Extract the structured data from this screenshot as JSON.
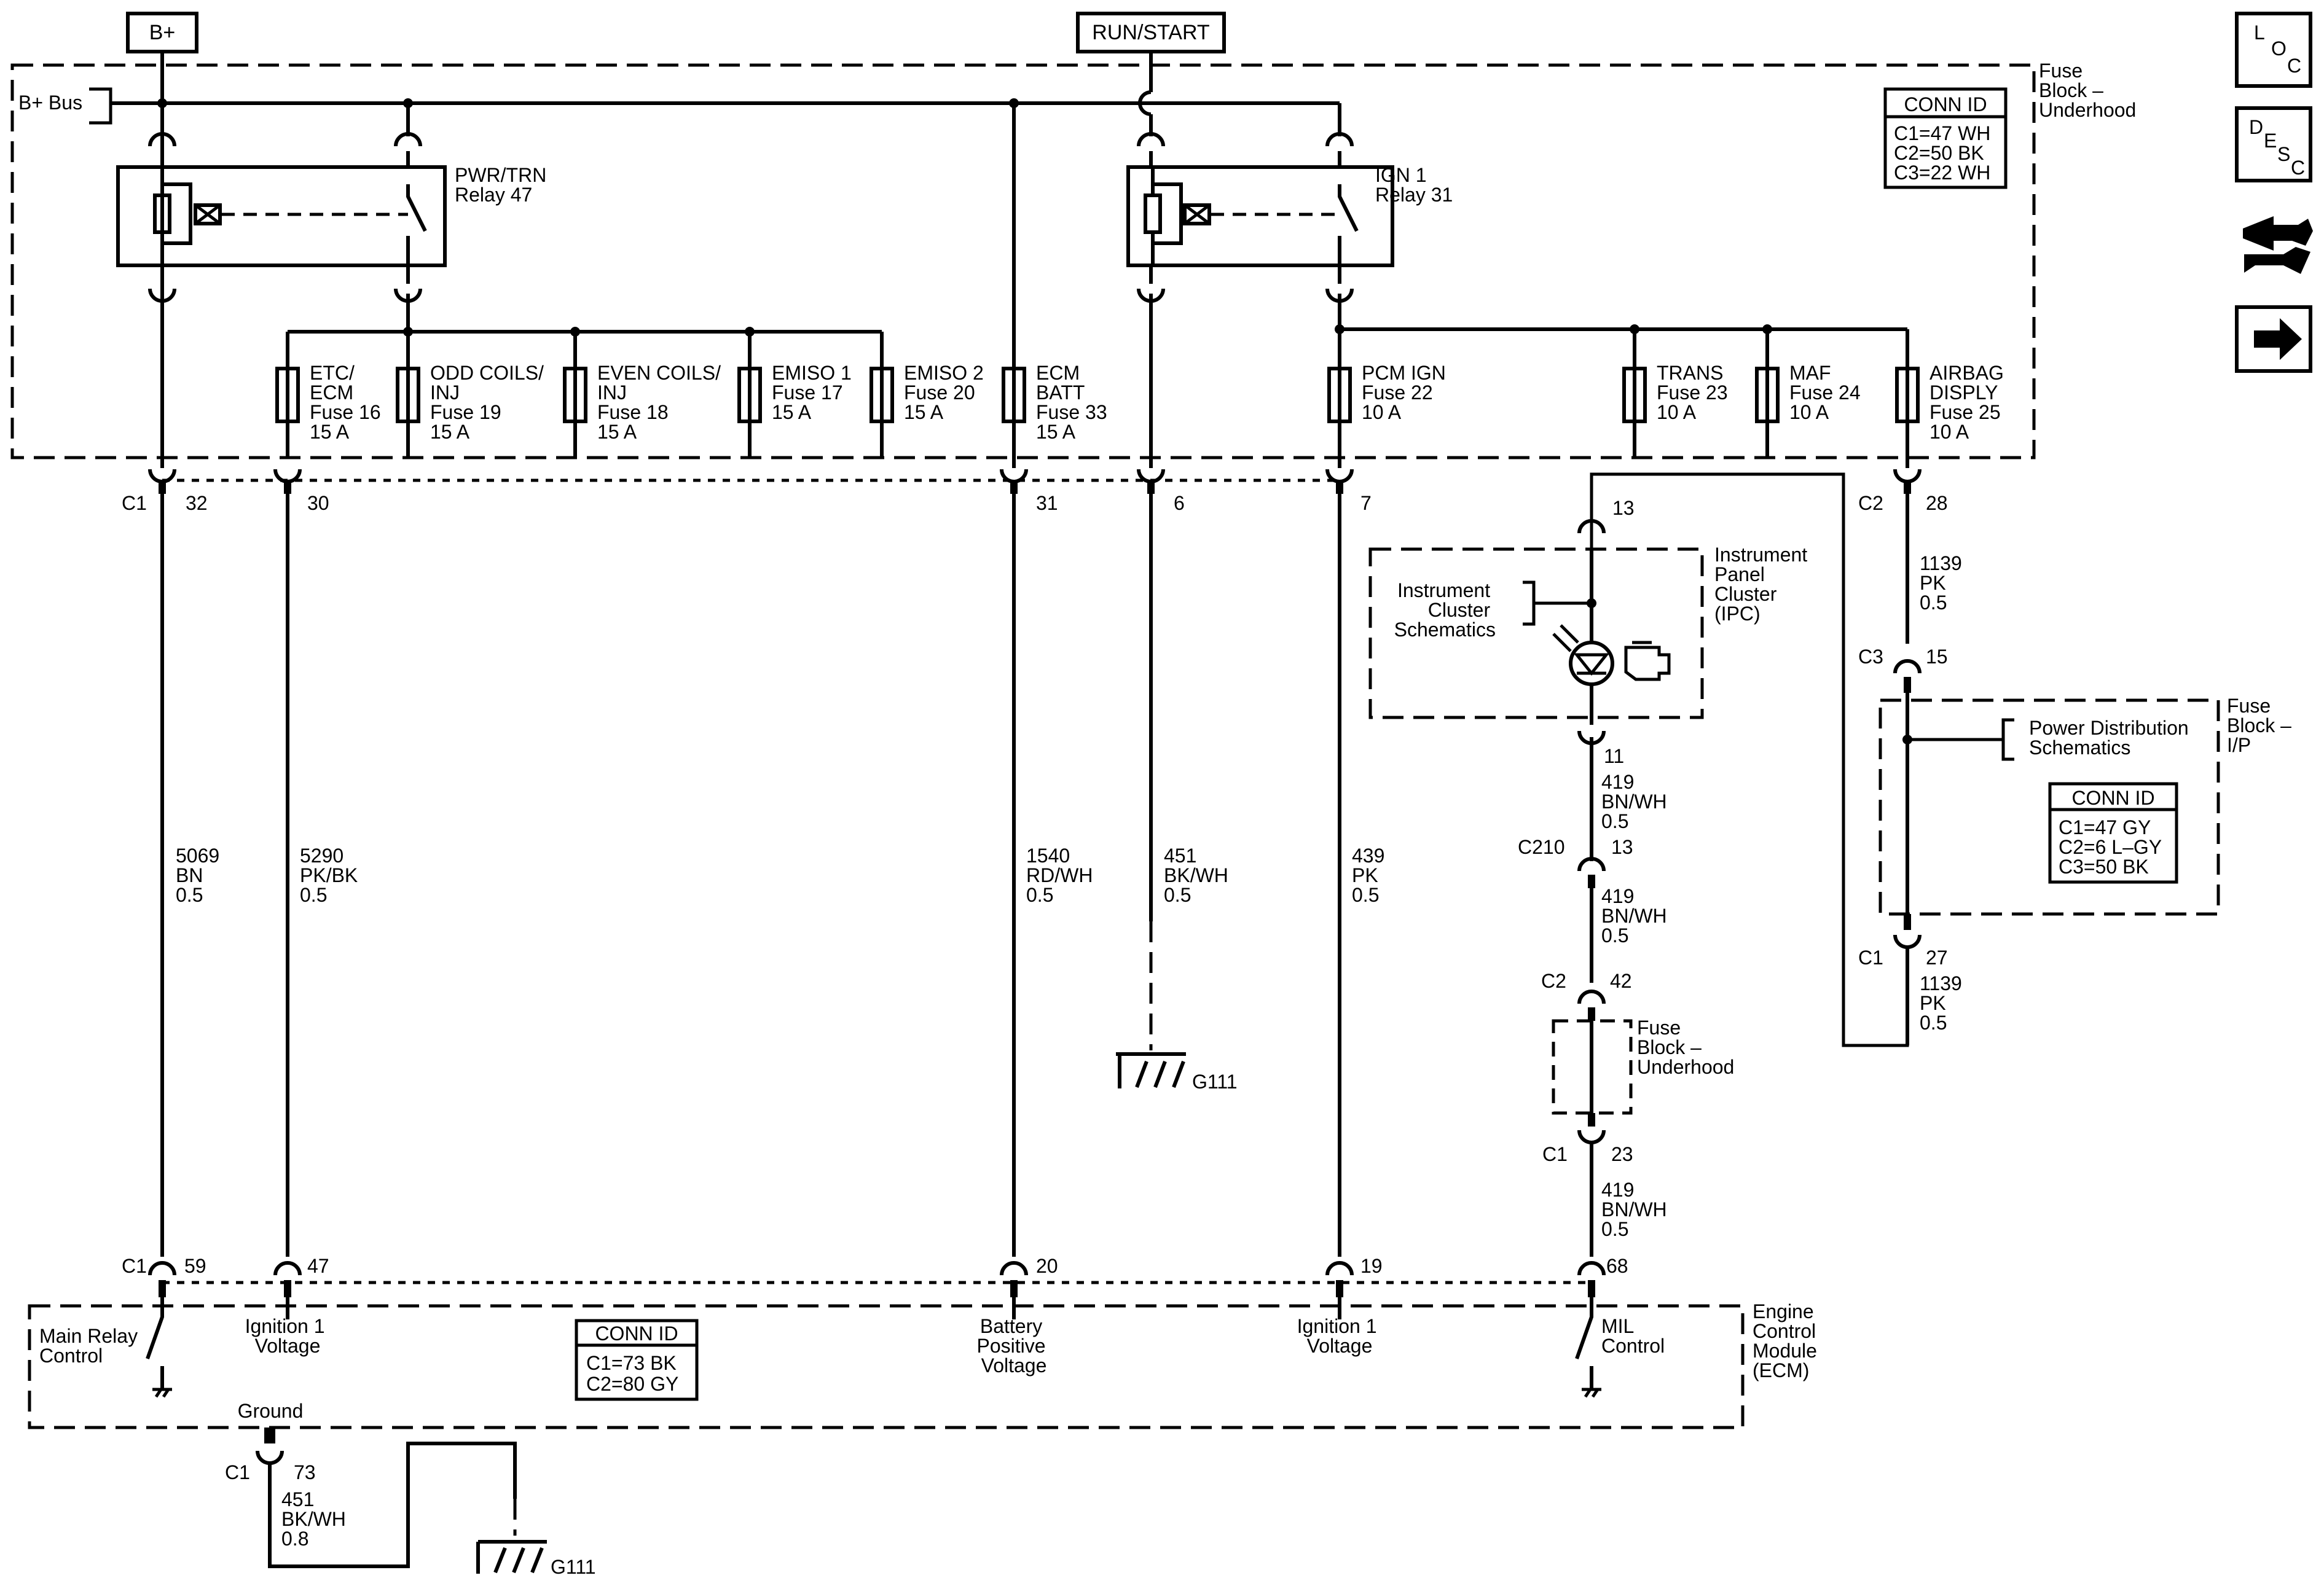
{
  "power": {
    "bplus": "B+",
    "runstart": "RUN/START",
    "bus": "B+ Bus"
  },
  "fuse_block_underhood": {
    "title": [
      "Fuse",
      "Block –",
      "Underhood"
    ],
    "conn_title": "CONN ID",
    "conn": [
      "C1=47 WH",
      "C2=50 BK",
      "C3=22 WH"
    ]
  },
  "relays": [
    {
      "lines": [
        "PWR/TRN",
        "Relay 47"
      ]
    },
    {
      "lines": [
        "IGN 1",
        "Relay 31"
      ]
    }
  ],
  "fuses": [
    {
      "lines": [
        "ETC/",
        "ECM",
        "Fuse 16",
        "15 A"
      ]
    },
    {
      "lines": [
        "ODD COILS/",
        "INJ",
        "Fuse 19",
        "15 A"
      ]
    },
    {
      "lines": [
        "EVEN COILS/",
        "INJ",
        "Fuse 18",
        "15 A"
      ]
    },
    {
      "lines": [
        "EMISO 1",
        "Fuse 17",
        "15 A"
      ]
    },
    {
      "lines": [
        "EMISO 2",
        "Fuse 20",
        "15 A"
      ]
    },
    {
      "lines": [
        "ECM",
        "BATT",
        "Fuse 33",
        "15 A"
      ]
    },
    {
      "lines": [
        "PCM IGN",
        "Fuse 22",
        "10 A"
      ]
    },
    {
      "lines": [
        "TRANS",
        "Fuse 23",
        "10 A"
      ]
    },
    {
      "lines": [
        "MAF",
        "Fuse 24",
        "10 A"
      ]
    },
    {
      "lines": [
        "AIRBAG",
        "DISPLY",
        "Fuse 25",
        "10 A"
      ]
    }
  ],
  "connectors": {
    "c1": "C1",
    "c2": "C2",
    "c3": "C3",
    "c210": "C210",
    "p32": "32",
    "p30": "30",
    "p31": "31",
    "p6": "6",
    "p7": "7",
    "p28": "28",
    "p13": "13",
    "p11": "11",
    "p15": "15",
    "p27": "27",
    "p13b": "13",
    "p42": "42",
    "p23": "23",
    "p59": "59",
    "p47": "47",
    "p20": "20",
    "p19": "19",
    "p68": "68",
    "p73": "73"
  },
  "wires": [
    {
      "lines": [
        "5069",
        "BN",
        "0.5"
      ]
    },
    {
      "lines": [
        "5290",
        "PK/BK",
        "0.5"
      ]
    },
    {
      "lines": [
        "1540",
        "RD/WH",
        "0.5"
      ]
    },
    {
      "lines": [
        "451",
        "BK/WH",
        "0.5"
      ]
    },
    {
      "lines": [
        "439",
        "PK",
        "0.5"
      ]
    },
    {
      "lines": [
        "1139",
        "PK",
        "0.5"
      ]
    },
    {
      "lines": [
        "1139",
        "PK",
        "0.5"
      ]
    },
    {
      "lines": [
        "419",
        "BN/WH",
        "0.5"
      ]
    },
    {
      "lines": [
        "419",
        "BN/WH",
        "0.5"
      ]
    },
    {
      "lines": [
        "419",
        "BN/WH",
        "0.5"
      ]
    },
    {
      "lines": [
        "451",
        "BK/WH",
        "0.8"
      ]
    }
  ],
  "grounds": {
    "g1": "G111",
    "g2": "G111"
  },
  "ipc": {
    "title": [
      "Instrument",
      "Panel",
      "Cluster",
      "(IPC)"
    ],
    "schem": [
      "Instrument",
      "Cluster",
      "Schematics"
    ]
  },
  "fb_ip": {
    "title": [
      "Fuse",
      "Block –",
      "I/P"
    ],
    "schem": [
      "Power Distribution",
      "Schematics"
    ],
    "conn_title": "CONN ID",
    "conn": [
      "C1=47 GY",
      "C2=6 L–GY",
      "C3=50 BK"
    ]
  },
  "fb_underhood_small": {
    "title": [
      "Fuse",
      "Block –",
      "Underhood"
    ]
  },
  "ecm": {
    "title": [
      "Engine",
      "Control",
      "Module",
      "(ECM)"
    ],
    "conn_title": "CONN ID",
    "conn": [
      "C1=73 BK",
      "C2=80 GY"
    ],
    "pins": [
      {
        "lines": [
          "Main Relay",
          "Control"
        ]
      },
      {
        "lines": [
          "Ignition 1",
          "Voltage"
        ]
      },
      {
        "lines": [
          "Battery",
          "Positive",
          "Voltage"
        ]
      },
      {
        "lines": [
          "Ignition 1",
          "Voltage"
        ]
      },
      {
        "lines": [
          "MIL",
          "Control"
        ]
      }
    ],
    "ground": "Ground"
  },
  "nav": {
    "loc": [
      "L",
      "O",
      "C"
    ],
    "desc": [
      "D",
      "E",
      "S",
      "C"
    ]
  }
}
